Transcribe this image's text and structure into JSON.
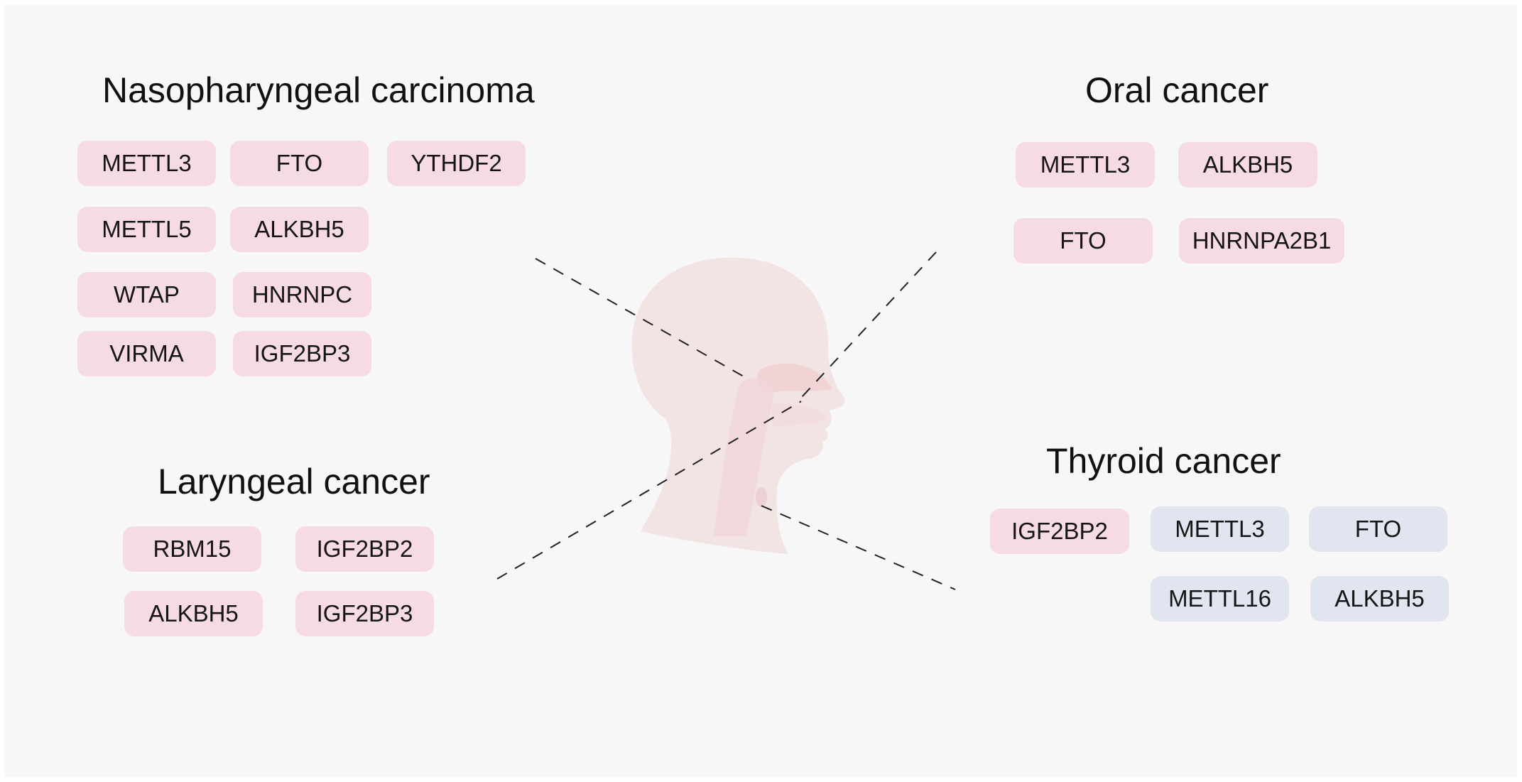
{
  "colors": {
    "pink_tag": "#f6dbe2",
    "blue_tag": "#e1e5f0",
    "head": "#f3e4e4",
    "background": "#f7f7f7"
  },
  "icons": {
    "head": "head-silhouette-icon"
  },
  "groups": {
    "nasopharyngeal": {
      "title": "Nasopharyngeal carcinoma",
      "tags": [
        {
          "label": "METTL3",
          "color": "pink"
        },
        {
          "label": "FTO",
          "color": "pink"
        },
        {
          "label": "YTHDF2",
          "color": "pink"
        },
        {
          "label": "METTL5",
          "color": "pink"
        },
        {
          "label": "ALKBH5",
          "color": "pink"
        },
        {
          "label": "WTAP",
          "color": "pink"
        },
        {
          "label": "HNRNPC",
          "color": "pink"
        },
        {
          "label": "VIRMA",
          "color": "pink"
        },
        {
          "label": "IGF2BP3",
          "color": "pink"
        }
      ]
    },
    "oral": {
      "title": "Oral cancer",
      "tags": [
        {
          "label": "METTL3",
          "color": "pink"
        },
        {
          "label": "ALKBH5",
          "color": "pink"
        },
        {
          "label": "FTO",
          "color": "pink"
        },
        {
          "label": "HNRNPA2B1",
          "color": "pink"
        }
      ]
    },
    "laryngeal": {
      "title": "Laryngeal cancer",
      "tags": [
        {
          "label": "RBM15",
          "color": "pink"
        },
        {
          "label": "IGF2BP2",
          "color": "pink"
        },
        {
          "label": "ALKBH5",
          "color": "pink"
        },
        {
          "label": "IGF2BP3",
          "color": "pink"
        }
      ]
    },
    "thyroid": {
      "title": "Thyroid cancer",
      "tags": [
        {
          "label": "IGF2BP2",
          "color": "pink"
        },
        {
          "label": "METTL3",
          "color": "blue"
        },
        {
          "label": "FTO",
          "color": "blue"
        },
        {
          "label": "METTL16",
          "color": "blue"
        },
        {
          "label": "ALKBH5",
          "color": "blue"
        }
      ]
    }
  }
}
